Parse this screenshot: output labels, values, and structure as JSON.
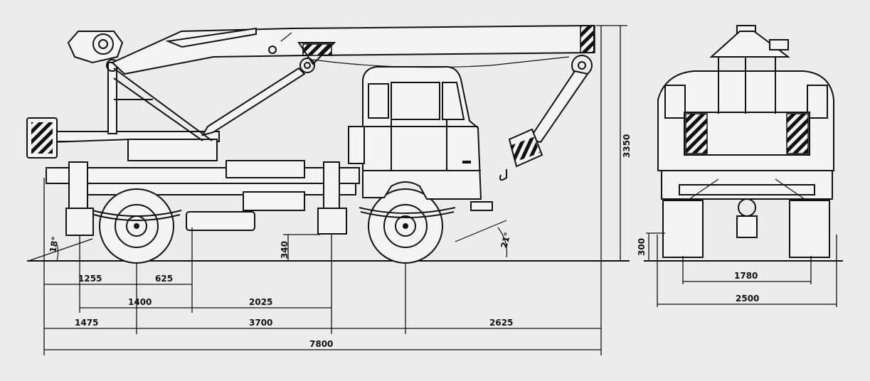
{
  "dimensions": {
    "d1255": "1255",
    "d625": "625",
    "d1400": "1400",
    "d2025": "2025",
    "d1475": "1475",
    "d3700": "3700",
    "d2625": "2625",
    "d7800": "7800",
    "d3350": "3350",
    "d340": "340",
    "d300": "300",
    "d1780": "1780",
    "d2500": "2500",
    "angle_rear": "18°",
    "angle_front": "21°"
  },
  "colors": {
    "ink": "#111111",
    "paper": "#ececec"
  },
  "icons": [
    "hazard-stripe-panel",
    "wheel",
    "hook"
  ]
}
